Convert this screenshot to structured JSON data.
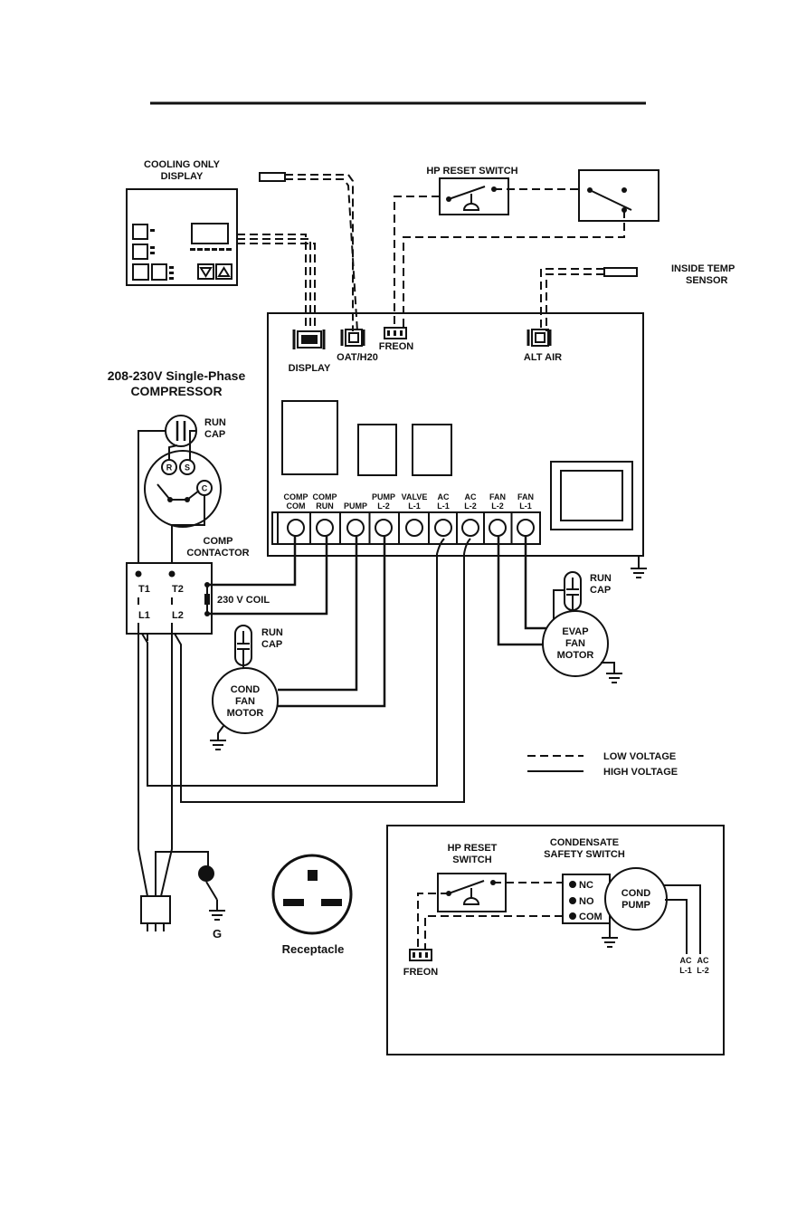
{
  "display": {
    "title_line1": "COOLING ONLY",
    "title_line2": "DISPLAY"
  },
  "hp_reset_top": {
    "label": "HP RESET SWITCH"
  },
  "inside_temp": {
    "line1": "INSIDE TEMP",
    "line2": "SENSOR"
  },
  "board": {
    "connectors": {
      "display": "DISPLAY",
      "oat": "OAT/H20",
      "freon": "FREON",
      "alt_air": "ALT AIR"
    },
    "terminals": [
      {
        "line1": "COMP",
        "line2": "COM"
      },
      {
        "line1": "COMP",
        "line2": "RUN"
      },
      {
        "line1": "",
        "line2": "PUMP"
      },
      {
        "line1": "PUMP",
        "line2": "L-2"
      },
      {
        "line1": "VALVE",
        "line2": "L-1"
      },
      {
        "line1": "AC",
        "line2": "L-1"
      },
      {
        "line1": "AC",
        "line2": "L-2"
      },
      {
        "line1": "FAN",
        "line2": "L-2"
      },
      {
        "line1": "FAN",
        "line2": "L-1"
      }
    ]
  },
  "compressor": {
    "title_line1": "208-230V Single-Phase",
    "title_line2": "COMPRESSOR",
    "run_cap_line1": "RUN",
    "run_cap_line2": "CAP",
    "r": "R",
    "s": "S",
    "c": "C"
  },
  "contactor": {
    "title_line1": "COMP",
    "title_line2": "CONTACTOR",
    "t1": "T1",
    "t2": "T2",
    "l1": "L1",
    "l2": "L2",
    "coil": "230 V  COIL"
  },
  "cond_fan": {
    "line1": "COND",
    "line2": "FAN",
    "line3": "MOTOR",
    "cap1": "RUN",
    "cap2": "CAP"
  },
  "evap_fan": {
    "line1": "EVAP",
    "line2": "FAN",
    "line3": "MOTOR",
    "cap1": "RUN",
    "cap2": "CAP"
  },
  "legend": {
    "low": "LOW VOLTAGE",
    "high": "HIGH VOLTAGE"
  },
  "plug": {
    "ground": "G",
    "receptacle": "Receptacle"
  },
  "inset": {
    "hp_line1": "HP RESET",
    "hp_line2": "SWITCH",
    "cs_line1": "CONDENSATE",
    "cs_line2": "SAFETY SWITCH",
    "nc": "NC",
    "no": "NO",
    "com": "COM",
    "pump_line1": "COND",
    "pump_line2": "PUMP",
    "freon": "FREON",
    "ac1_line1": "AC",
    "ac1_line2": "L-1",
    "ac2_line1": "AC",
    "ac2_line2": "L-2"
  }
}
